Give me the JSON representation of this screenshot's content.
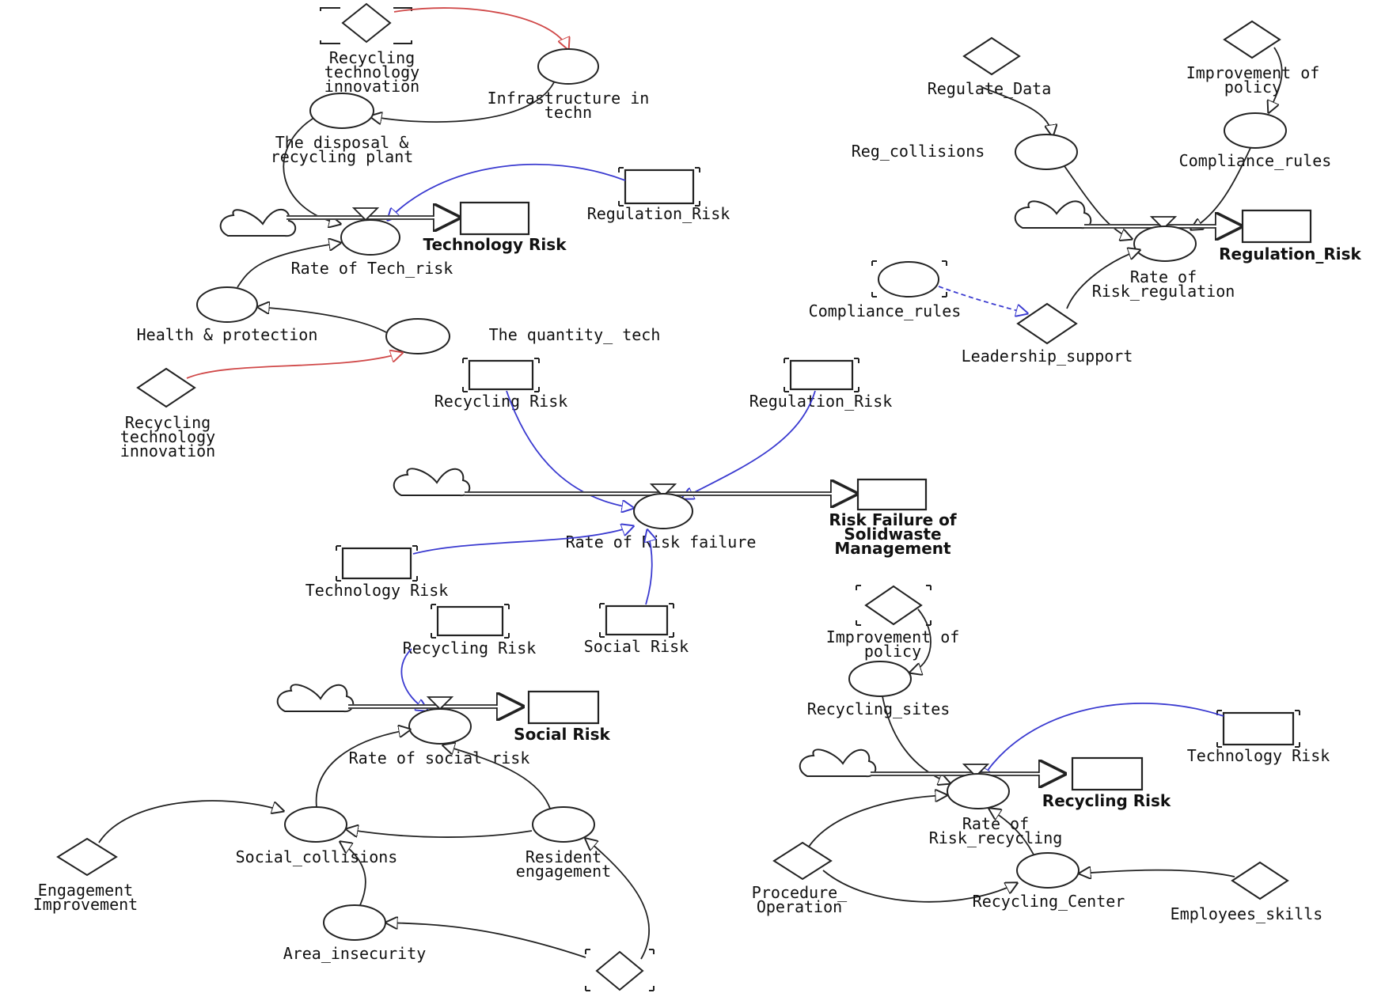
{
  "colors": {
    "black_link": "#222222",
    "blue_link": "#3a3ad0",
    "red_link": "#d04848",
    "dashed_link": "#3a3ad0"
  },
  "technology": {
    "recycling_innovation_top": "Recycling technology innovation",
    "recycling_innovation_top_lines": [
      "Recycling",
      "technology",
      "innovation"
    ],
    "infrastructure_lines": [
      "Infrastructure in",
      "techn"
    ],
    "disposal_lines": [
      "The disposal &",
      "recycling plant"
    ],
    "regulation_risk_ghost": "Regulation_Risk",
    "stock": "Technology Risk",
    "rate": "Rate of Tech_risk",
    "health": "Health & protection",
    "quantity": "The quantity_ tech",
    "recycling_innovation_bottom_lines": [
      "Recycling",
      "technology",
      "innovation"
    ]
  },
  "regulation": {
    "regulate_data": "Regulate_Data",
    "improvement_lines": [
      "Improvement of",
      "policy"
    ],
    "reg_collisions": "Reg_collisions",
    "compliance_rules": "Compliance_rules",
    "stock": "Regulation_Risk",
    "rate_lines": [
      "Rate of",
      "Risk_regulation"
    ],
    "compliance_ghost": "Compliance_rules",
    "leadership": "Leadership_support"
  },
  "failure": {
    "recycling_ghost": "Recycling Risk",
    "regulation_ghost": "Regulation_Risk",
    "rate": "Rate of Risk failure",
    "stock_lines": [
      "Risk Failure of",
      "Solidwaste",
      "Management"
    ],
    "technology_ghost": "Technology Risk",
    "social_ghost": "Social Risk"
  },
  "social": {
    "recycling_ghost": "Recycling Risk",
    "stock": "Social Risk",
    "rate": "Rate of social risk",
    "engagement_lines": [
      "Engagement",
      "Improvement"
    ],
    "collisions": "Social_collisions",
    "resident_lines": [
      "Resident",
      "engagement"
    ],
    "area": "Area_insecurity"
  },
  "recycling": {
    "improvement_lines": [
      "Improvement of",
      "policy"
    ],
    "sites": "Recycling_sites",
    "technology_ghost": "Technology Risk",
    "stock": "Recycling Risk",
    "rate_lines": [
      "Rate of",
      "Risk_recycling"
    ],
    "procedure_lines": [
      "Procedure_",
      "Operation"
    ],
    "center": "Recycling_Center",
    "skills": "Employees_skills"
  }
}
